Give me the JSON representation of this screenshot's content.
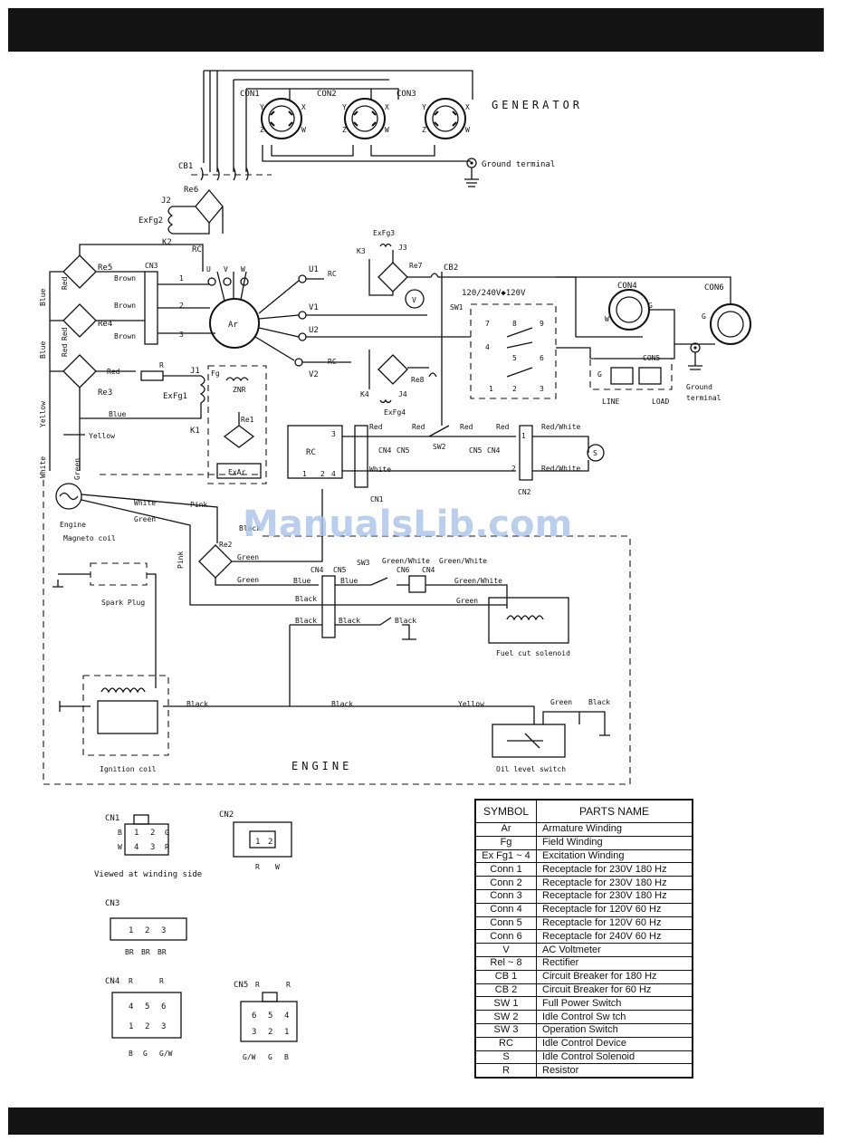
{
  "labels": {
    "generator": "GENERATOR",
    "engine": "ENGINE",
    "ground_terminal": "Ground terminal",
    "ground_terminal_right": [
      "Ground",
      "terminal"
    ],
    "con1": "CON1",
    "con2": "CON2",
    "con3": "CON3",
    "con4": "CON4",
    "con5": "CON5",
    "con6": "CON6",
    "cb1": "CB1",
    "cb2": "CB2",
    "re1": "Re1",
    "re2": "Re2",
    "re3": "Re3",
    "re4": "Re4",
    "re5": "Re5",
    "re6": "Re6",
    "re7": "Re7",
    "re8": "Re8",
    "j1": "J1",
    "j2": "J2",
    "j3": "J3",
    "j4": "J4",
    "k1": "K1",
    "k2": "K2",
    "k3": "K3",
    "k4": "K4",
    "exfg1": "ExFg1",
    "exfg2": "ExFg2",
    "exfg3": "ExFg3",
    "exfg4": "ExFg4",
    "rc": "RC",
    "ar": "Ar",
    "fg": "Fg",
    "znr": "ZNR",
    "exar": "ExAr",
    "sw1": "SW1",
    "sw2": "SW2",
    "sw3": "SW3",
    "switch_rating": "120/240V◆120V",
    "u": "U",
    "v": "V",
    "w": "W",
    "u1": "U1",
    "v1": "V1",
    "u2": "U2",
    "v2": "V2",
    "x": "X",
    "y": "Y",
    "z": "Z",
    "g": "G",
    "line": "LINE",
    "load": "LOAD",
    "s": "S",
    "r": "R",
    "cn1": "CN1",
    "cn2": "CN2",
    "cn3": "CN3",
    "cn4": "CN4",
    "cn5": "CN5",
    "cn6": "CN6",
    "engine_magneto": [
      "Engine",
      "Magneto coil"
    ],
    "spark_plug": "Spark Plug",
    "ignition_coil": "Ignition coil",
    "fuel_cut_solenoid": "Fuel cut solenoid",
    "oil_level_switch": "Oil level switch",
    "watermark": "ManualsLib.com"
  },
  "wires": {
    "brown": "Brown",
    "red": "Red",
    "blue": "Blue",
    "yellow": "Yellow",
    "white": "White",
    "green": "Green",
    "pink": "Pink",
    "black": "Black",
    "red_white": "Red/White",
    "green_white": "Green/White",
    "green_White2": "Green/White"
  },
  "connectors": {
    "cn1_pins": [
      "1",
      "2",
      "4",
      "3"
    ],
    "cn1_side": [
      "B",
      "W",
      "G",
      "R"
    ],
    "cn1_caption": "Viewed at winding side",
    "cn2_pins": [
      "1",
      "2"
    ],
    "cn2_bottom": [
      "R",
      "W"
    ],
    "cn3_pins": [
      "1",
      "2",
      "3"
    ],
    "cn3_bottom": [
      "BR",
      "BR",
      "BR"
    ],
    "cn4_top_pins": [
      "4",
      "5",
      "6"
    ],
    "cn4_bottom_pins": [
      "1",
      "2",
      "3"
    ],
    "cn4_top": [
      "R",
      "R"
    ],
    "cn4_bottom": [
      "B",
      "G",
      "G/W"
    ],
    "cn5_top_pins": [
      "6",
      "5",
      "4"
    ],
    "cn5_bottom_pins": [
      "3",
      "2",
      "1"
    ],
    "cn5_top": [
      "R",
      "R"
    ],
    "cn5_bottom": [
      "G/W",
      "G",
      "B"
    ]
  },
  "parts_table": {
    "headers": [
      "SYMBOL",
      "PARTS NAME"
    ],
    "rows": [
      {
        "symbol": "Ar",
        "name": "Armature Winding"
      },
      {
        "symbol": "Fg",
        "name": "Field Winding"
      },
      {
        "symbol": "Ex Fg1 ~ 4",
        "name": "Excitation Winding"
      },
      {
        "symbol": "Conn 1",
        "name": "Receptacle for 230V 180 Hz"
      },
      {
        "symbol": "Conn 2",
        "name": "Receptacle for 230V 180 Hz"
      },
      {
        "symbol": "Conn 3",
        "name": "Receptacle for 230V 180 Hz"
      },
      {
        "symbol": "Conn 4",
        "name": "Receptacle for 120V  60 Hz"
      },
      {
        "symbol": "Conn 5",
        "name": "Receptacle for 120V  60 Hz"
      },
      {
        "symbol": "Conn 6",
        "name": "Receptacle for 240V  60 Hz"
      },
      {
        "symbol": "V",
        "name": "AC Voltmeter"
      },
      {
        "symbol": "Rel ~ 8",
        "name": "Rectifier"
      },
      {
        "symbol": "CB 1",
        "name": "Circuit Breaker for 180 Hz"
      },
      {
        "symbol": "CB 2",
        "name": "Circuit Breaker for  60 Hz"
      },
      {
        "symbol": "SW 1",
        "name": "Full Power Switch"
      },
      {
        "symbol": "SW 2",
        "name": "Idle Control Sw tch"
      },
      {
        "symbol": "SW 3",
        "name": "Operation Switch"
      },
      {
        "symbol": "RC",
        "name": "Idle Control Device"
      },
      {
        "symbol": "S",
        "name": "Idle Control Solenoid"
      },
      {
        "symbol": "R",
        "name": "Resistor"
      }
    ]
  }
}
